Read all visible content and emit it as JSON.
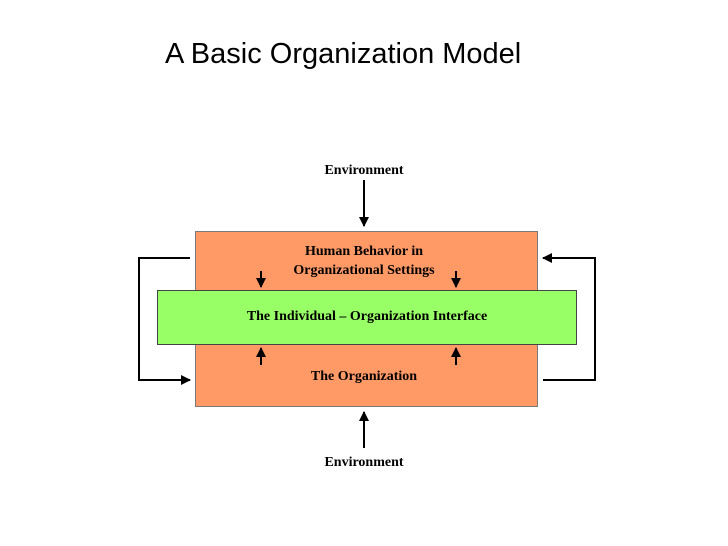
{
  "slide": {
    "title": "A Basic Organization Model"
  },
  "diagram": {
    "environment_top": "Environment",
    "environment_bottom": "Environment",
    "human_behavior_line1": "Human Behavior in",
    "human_behavior_line2": "Organizational Settings",
    "interface": "The Individual – Organization Interface",
    "organization": "The Organization"
  },
  "colors": {
    "organization_box": "#ff9966",
    "interface_bar": "#99ff66",
    "lines": "#000000"
  }
}
